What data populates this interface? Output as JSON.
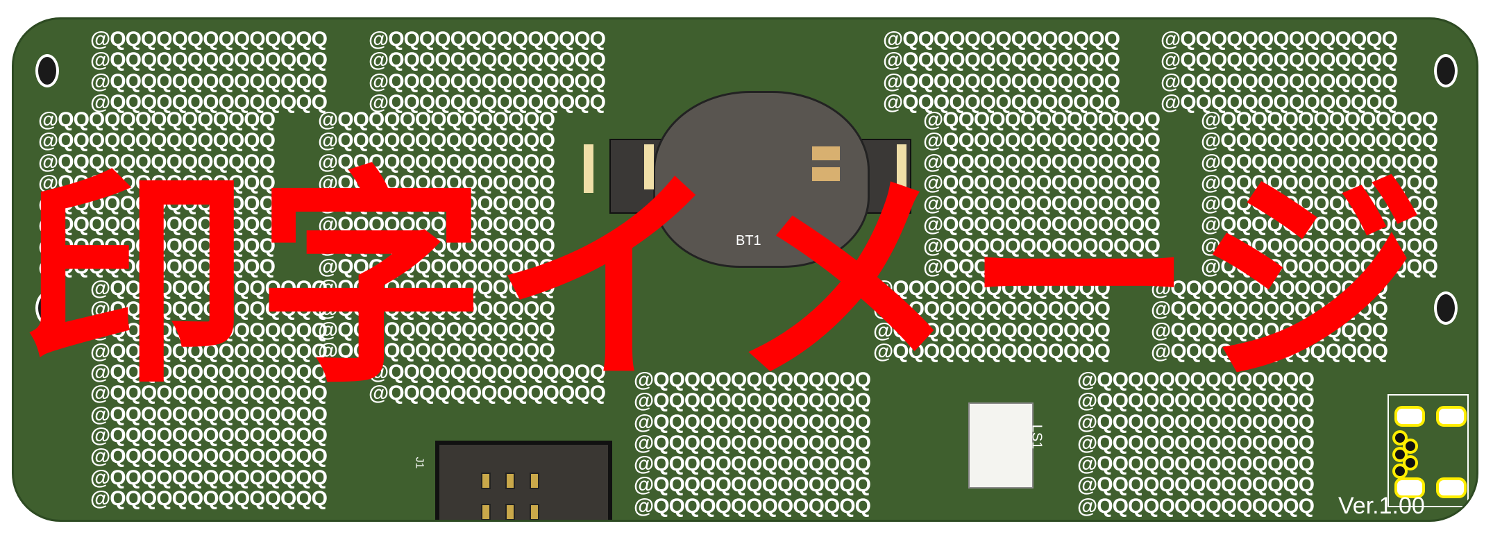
{
  "board": {
    "title_text": "印字イメージ",
    "pattern_row": "@QQQQQQQQQQQQQQ",
    "blocks": [
      {
        "id": "a",
        "rows": 4
      },
      {
        "id": "b",
        "rows": 4
      },
      {
        "id": "c",
        "rows": 4
      },
      {
        "id": "d",
        "rows": 4
      },
      {
        "id": "e",
        "rows": 8
      },
      {
        "id": "f",
        "rows": 12
      },
      {
        "id": "g",
        "rows": 11
      },
      {
        "id": "h",
        "rows": 2
      },
      {
        "id": "i",
        "rows": 7
      },
      {
        "id": "j",
        "rows": 8
      },
      {
        "id": "k",
        "rows": 4
      },
      {
        "id": "l",
        "rows": 8
      },
      {
        "id": "m",
        "rows": 4
      },
      {
        "id": "n",
        "rows": 7
      }
    ],
    "labels": {
      "battery": "BT1",
      "speaker": "LS1",
      "header": "J1",
      "version": "Ver.1.00"
    },
    "colors": {
      "pcb": "#3f5f2e",
      "silk": "#ffffff",
      "text_overlay": "#ff0000",
      "pad": "#ffee00"
    }
  }
}
